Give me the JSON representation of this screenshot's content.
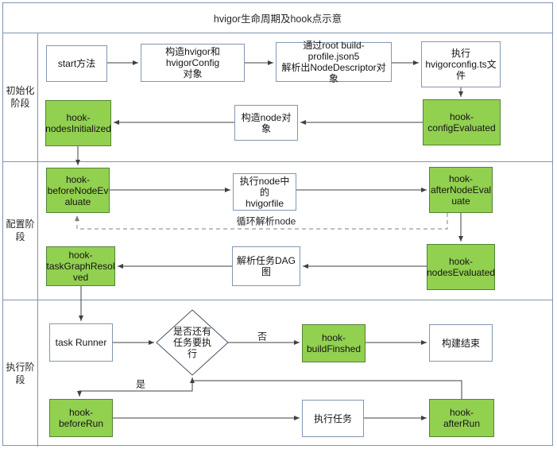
{
  "title": "hvigor生命周期及hook点示意",
  "phases": [
    {
      "label": "初始化\n阶段"
    },
    {
      "label": "配置阶\n段"
    },
    {
      "label": "执行阶\n段"
    }
  ],
  "nodes": {
    "start": "start方法",
    "build_hvigor": "构造hvigor和hvigorConfig\n对象",
    "parse_root": "通过root build-profile.json5\n解析出NodeDescriptor对象",
    "exec_hvigorconfig": "执行\nhvigorconfig.ts文\n件",
    "hook_config_evaluated": "hook-\nconfigEvaluated",
    "build_node": "构造node对象",
    "hook_nodes_initialized": "hook-\nnodesInitialized",
    "hook_before_node_evaluate": "hook-\nbeforeNodeEv\naluate",
    "exec_hvigorfile": "执行node中的\nhvigorfile",
    "hook_after_node_evaluate": "hook-\nafterNodeEval\nuate",
    "hook_nodes_evaluated": "hook-\nnodesEvaluated",
    "parse_dag": "解析任务DAG图",
    "hook_task_graph_resolved": "hook-\ntaskGraphResol\nved",
    "task_runner": "task Runner",
    "decision": "是否还有\n任务要执\n行",
    "hook_build_finshed": "hook-\nbuildFinshed",
    "build_end": "构建结束",
    "hook_before_run": "hook-\nbeforeRun",
    "exec_task": "执行任务",
    "hook_after_run": "hook-afterRun"
  },
  "edge_labels": {
    "loop_parse_node": "循环解析node",
    "no": "否",
    "yes": "是"
  },
  "colors": {
    "hook_fill": "#92d050",
    "hook_border": "#548235",
    "box_border": "#8496b0",
    "diamond_border": "#44546a",
    "connector": "#404040",
    "dashed": "#7f7f7f",
    "frame": "#8194ad"
  }
}
